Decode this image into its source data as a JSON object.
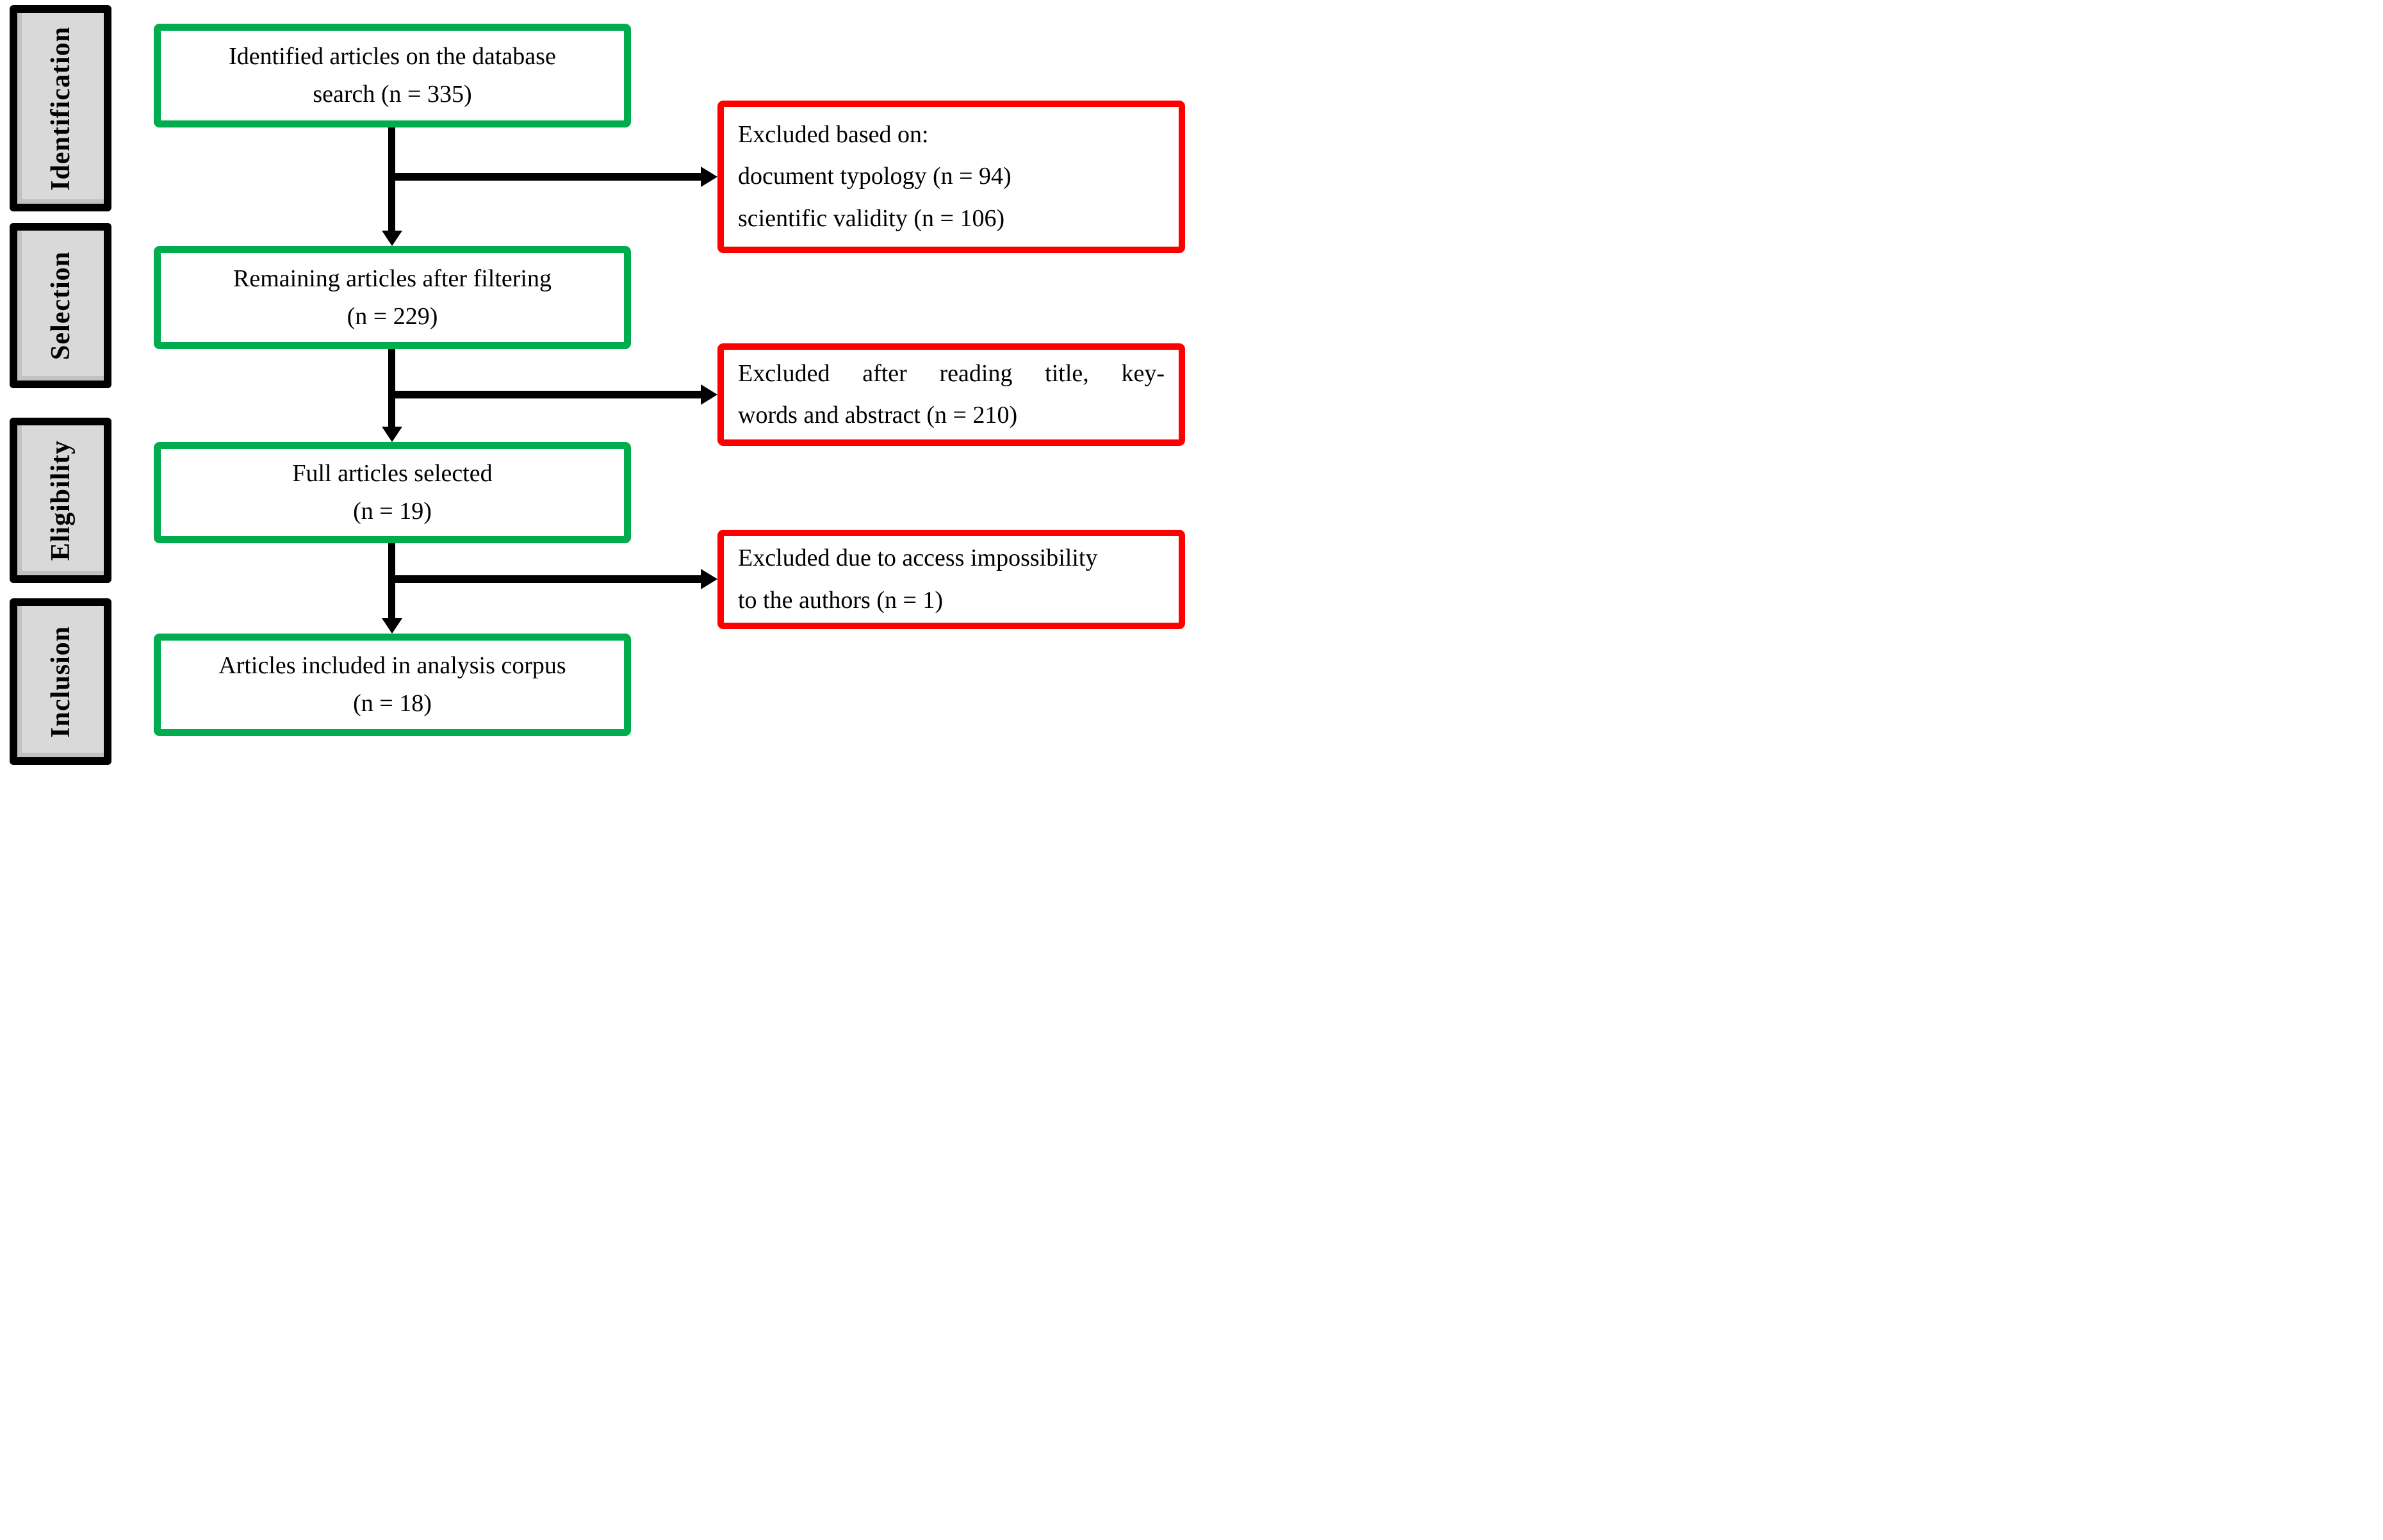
{
  "diagram": {
    "title": "PRISMA-style article selection flow diagram",
    "stage_labels": [
      {
        "label": "Identification"
      },
      {
        "label": "Selection"
      },
      {
        "label": "Eligibility"
      },
      {
        "label": "Inclusion"
      }
    ],
    "flow_boxes": [
      {
        "lines": [
          "Identified articles on the database",
          "search (n = 335)"
        ]
      },
      {
        "lines": [
          "Remaining articles after filtering",
          "(n = 229)"
        ]
      },
      {
        "lines": [
          "Full articles selected",
          "(n = 19)"
        ]
      },
      {
        "lines": [
          "Articles included in analysis corpus",
          "(n = 18)"
        ]
      }
    ],
    "exclusion_boxes": [
      {
        "lines": [
          "Excluded based on:",
          "document typology (n = 94)",
          "scientific validity (n = 106)"
        ]
      },
      {
        "lines": [
          "Excluded after reading title, key-",
          "words and abstract (n = 210)"
        ]
      },
      {
        "lines": [
          "Excluded due to access impossibility",
          "to the authors (n = 1)"
        ]
      }
    ],
    "colors": {
      "flow_border": "#00AC4E",
      "exclusion_border": "#FF0000",
      "stage_fill": "#D9D9D9",
      "stage_border": "#000000",
      "arrow": "#000000",
      "text": "#000000",
      "background": "#FFFFFF"
    }
  }
}
